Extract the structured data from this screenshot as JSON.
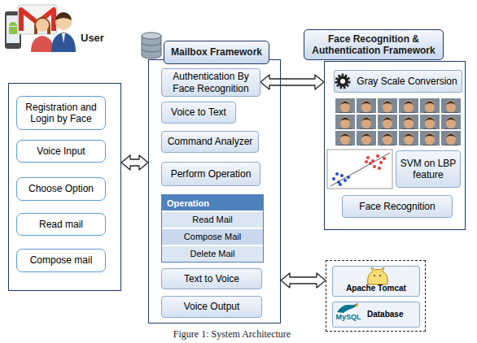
{
  "diagram": {
    "caption": "Figure 1: System Architecture",
    "nodes": [
      {
        "text": [
          "User"
        ]
      },
      {
        "text": [
          "Registration and Login by Face"
        ],
        "in": 0
      },
      {
        "text": [
          "Voice Input"
        ],
        "in": 0
      },
      {
        "text": [
          "Choose Option"
        ],
        "in": 0
      },
      {
        "text": [
          "Read mail"
        ],
        "in": 0
      },
      {
        "text": [
          "Compose mail"
        ],
        "in": 0
      },
      {
        "text": [
          "Mailbox Framework"
        ]
      },
      {
        "text": [
          "Authentication By Face Recognition"
        ],
        "in": 6
      },
      {
        "text": [
          "Voice to Text"
        ],
        "in": 6
      },
      {
        "text": [
          "Command Analyzer"
        ],
        "in": 6
      },
      {
        "text": [
          "Perform Operation"
        ],
        "in": 6
      },
      {
        "text": [
          "Operation"
        ],
        "in": 6
      },
      {
        "text": [
          "Read Mail"
        ],
        "in": 11
      },
      {
        "text": [
          "Compose Mail"
        ],
        "in": 11
      },
      {
        "text": [
          "Delete Mail"
        ],
        "in": 11
      },
      {
        "text": [
          "Text to Voice"
        ],
        "in": 6
      },
      {
        "text": [
          "Voice Output"
        ],
        "in": 6
      },
      {
        "text": [
          "Face Recognition & Authentication Framework"
        ]
      },
      {
        "text": [
          "Gray Scale Conversion"
        ],
        "in": 17
      },
      {
        "text": [
          "SVM on LBP feature"
        ],
        "in": 17
      },
      {
        "text": [
          "Face Recognition"
        ],
        "in": 17
      },
      {
        "text": []
      },
      {
        "text": [
          "Apache Tomcat"
        ],
        "in": 21
      },
      {
        "text": [
          "Database"
        ],
        "in": 21
      }
    ],
    "edges": [
      {
        "from": 0,
        "to": 6,
        "arrow": "both"
      },
      {
        "from": 7,
        "to": 17,
        "arrow": "both"
      },
      {
        "from": 6,
        "to": 21,
        "arrow": "both"
      }
    ],
    "labels": [
      "MySQL"
    ]
  }
}
